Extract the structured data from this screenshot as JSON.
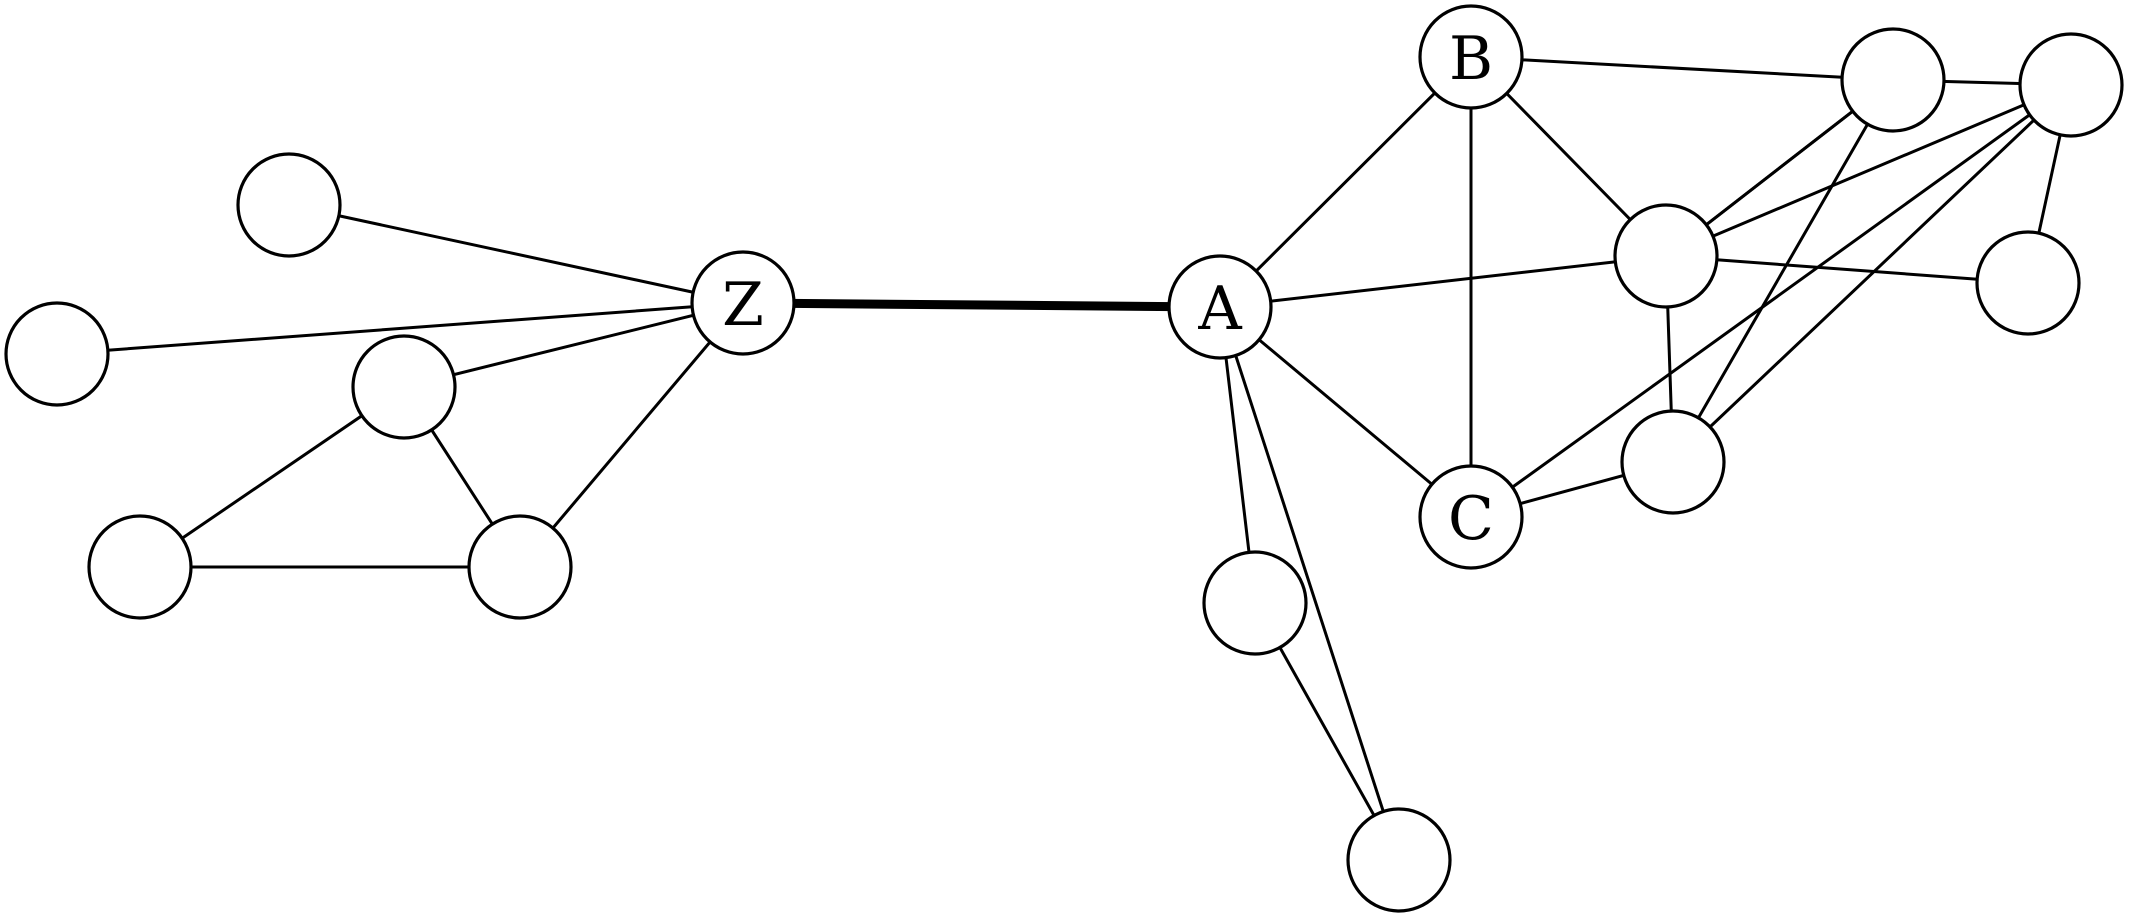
{
  "graph": {
    "nodes": [
      {
        "id": "Z",
        "label": "Z"
      },
      {
        "id": "A",
        "label": "A"
      },
      {
        "id": "B",
        "label": "B"
      },
      {
        "id": "C",
        "label": "C"
      },
      {
        "id": "n1",
        "label": ""
      },
      {
        "id": "n2",
        "label": ""
      },
      {
        "id": "n3",
        "label": ""
      },
      {
        "id": "n4",
        "label": ""
      },
      {
        "id": "n5",
        "label": ""
      },
      {
        "id": "n6",
        "label": ""
      },
      {
        "id": "n7",
        "label": ""
      },
      {
        "id": "n8",
        "label": ""
      },
      {
        "id": "n9",
        "label": ""
      },
      {
        "id": "n10",
        "label": ""
      },
      {
        "id": "n11",
        "label": ""
      },
      {
        "id": "n12",
        "label": ""
      },
      {
        "id": "n13",
        "label": ""
      }
    ],
    "edges": [
      {
        "from": "Z",
        "to": "A",
        "emphasis": "thick"
      },
      {
        "from": "n1",
        "to": "Z"
      },
      {
        "from": "n2",
        "to": "Z"
      },
      {
        "from": "n3",
        "to": "Z"
      },
      {
        "from": "n5",
        "to": "Z"
      },
      {
        "from": "n3",
        "to": "n4"
      },
      {
        "from": "n3",
        "to": "n5"
      },
      {
        "from": "n4",
        "to": "n5"
      },
      {
        "from": "A",
        "to": "B"
      },
      {
        "from": "A",
        "to": "C"
      },
      {
        "from": "A",
        "to": "n6"
      },
      {
        "from": "A",
        "to": "n7"
      },
      {
        "from": "A",
        "to": "n9"
      },
      {
        "from": "n6",
        "to": "n7"
      },
      {
        "from": "B",
        "to": "C"
      },
      {
        "from": "B",
        "to": "n9"
      },
      {
        "from": "B",
        "to": "n8"
      },
      {
        "from": "n9",
        "to": "n10"
      },
      {
        "from": "n9",
        "to": "n12"
      },
      {
        "from": "n9",
        "to": "n8"
      },
      {
        "from": "n9",
        "to": "n11"
      },
      {
        "from": "n9",
        "to": "n13"
      },
      {
        "from": "n9",
        "to": "n10"
      },
      {
        "from": "n8",
        "to": "n10"
      },
      {
        "from": "n8",
        "to": "n12"
      },
      {
        "from": "n12",
        "to": "n13"
      },
      {
        "from": "n10",
        "to": "n11"
      },
      {
        "from": "C",
        "to": "n10"
      },
      {
        "from": "C",
        "to": "n13"
      },
      {
        "from": "n13",
        "to": "n10"
      }
    ]
  }
}
